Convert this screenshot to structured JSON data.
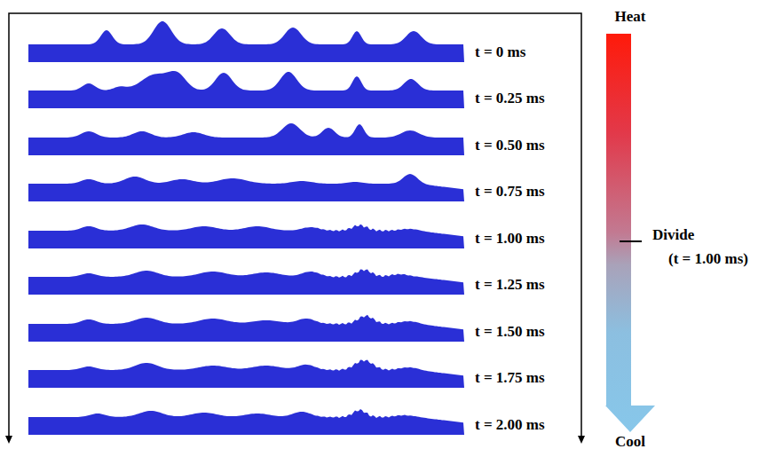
{
  "diagram": {
    "labels": [
      "t = 0 ms",
      "t = 0.25 ms",
      "t = 0.50 ms",
      "t = 0.75 ms",
      "t = 1.00 ms",
      "t = 1.25 ms",
      "t = 1.50 ms",
      "t = 1.75 ms",
      "t = 2.00 ms",
      "Heat",
      "Divide",
      "(t = 1.00 ms)",
      "Cool"
    ]
  }
}
